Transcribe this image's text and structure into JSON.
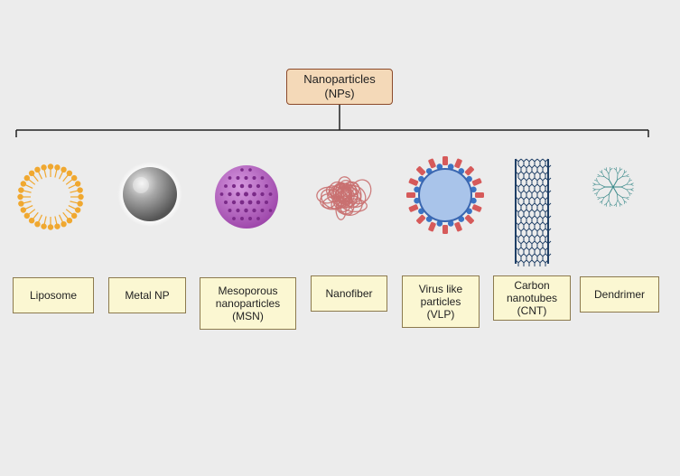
{
  "root": {
    "line1": "Nanoparticles",
    "line2": "(NPs)"
  },
  "items": [
    {
      "lines": [
        "Liposome"
      ]
    },
    {
      "lines": [
        "Metal NP"
      ]
    },
    {
      "lines": [
        "Mesoporous",
        "nanoparticles",
        "(MSN)"
      ]
    },
    {
      "lines": [
        "Nanofiber"
      ]
    },
    {
      "lines": [
        "Virus like",
        "particles",
        "(VLP)"
      ]
    },
    {
      "lines": [
        "Carbon",
        "nanotubes",
        "(CNT)"
      ]
    },
    {
      "lines": [
        "Dendrimer"
      ]
    }
  ],
  "colors": {
    "root_fill": "#f4d9b8",
    "root_border": "#8c4a2a",
    "label_fill": "#fbf7d2",
    "liposome": "#f0a830",
    "metal": "#8a8a8a",
    "msn": "#b85ec0",
    "nanofiber": "#c97070",
    "vlp_core": "#a9c4ea",
    "vlp_spike_red": "#d65a5a",
    "vlp_spike_blue": "#3b74c4",
    "cnt": "#1f3f66",
    "dendrimer": "#3b8a8a"
  }
}
